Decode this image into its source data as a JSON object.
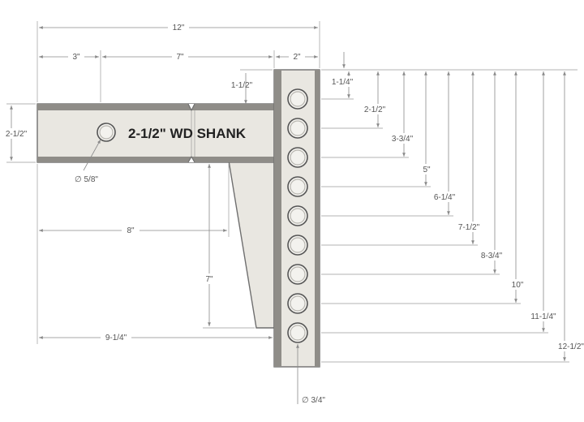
{
  "title": "2-1/2\" WD SHANK",
  "top_dims": {
    "overall": "12\"",
    "left": "3\"",
    "middle": "7\"",
    "right": "2\""
  },
  "shank_dims": {
    "height": "2-1/2\"",
    "pin_hole": "∅ 5/8\"",
    "to_plate_top": "1-1/2\""
  },
  "lower_dims": {
    "shank_to_gusset": "8\"",
    "gusset_height": "7\"",
    "to_plate_bottom": "9-1/4\""
  },
  "plate_hole_dia": "∅ 3/4\"",
  "hole_dims": [
    "1-1/4\"",
    "2-1/2\"",
    "3-3/4\"",
    "5\"",
    "6-1/4\"",
    "7-1/2\"",
    "8-3/4\"",
    "10\"",
    "11-1/4\"",
    "12-1/2\""
  ]
}
